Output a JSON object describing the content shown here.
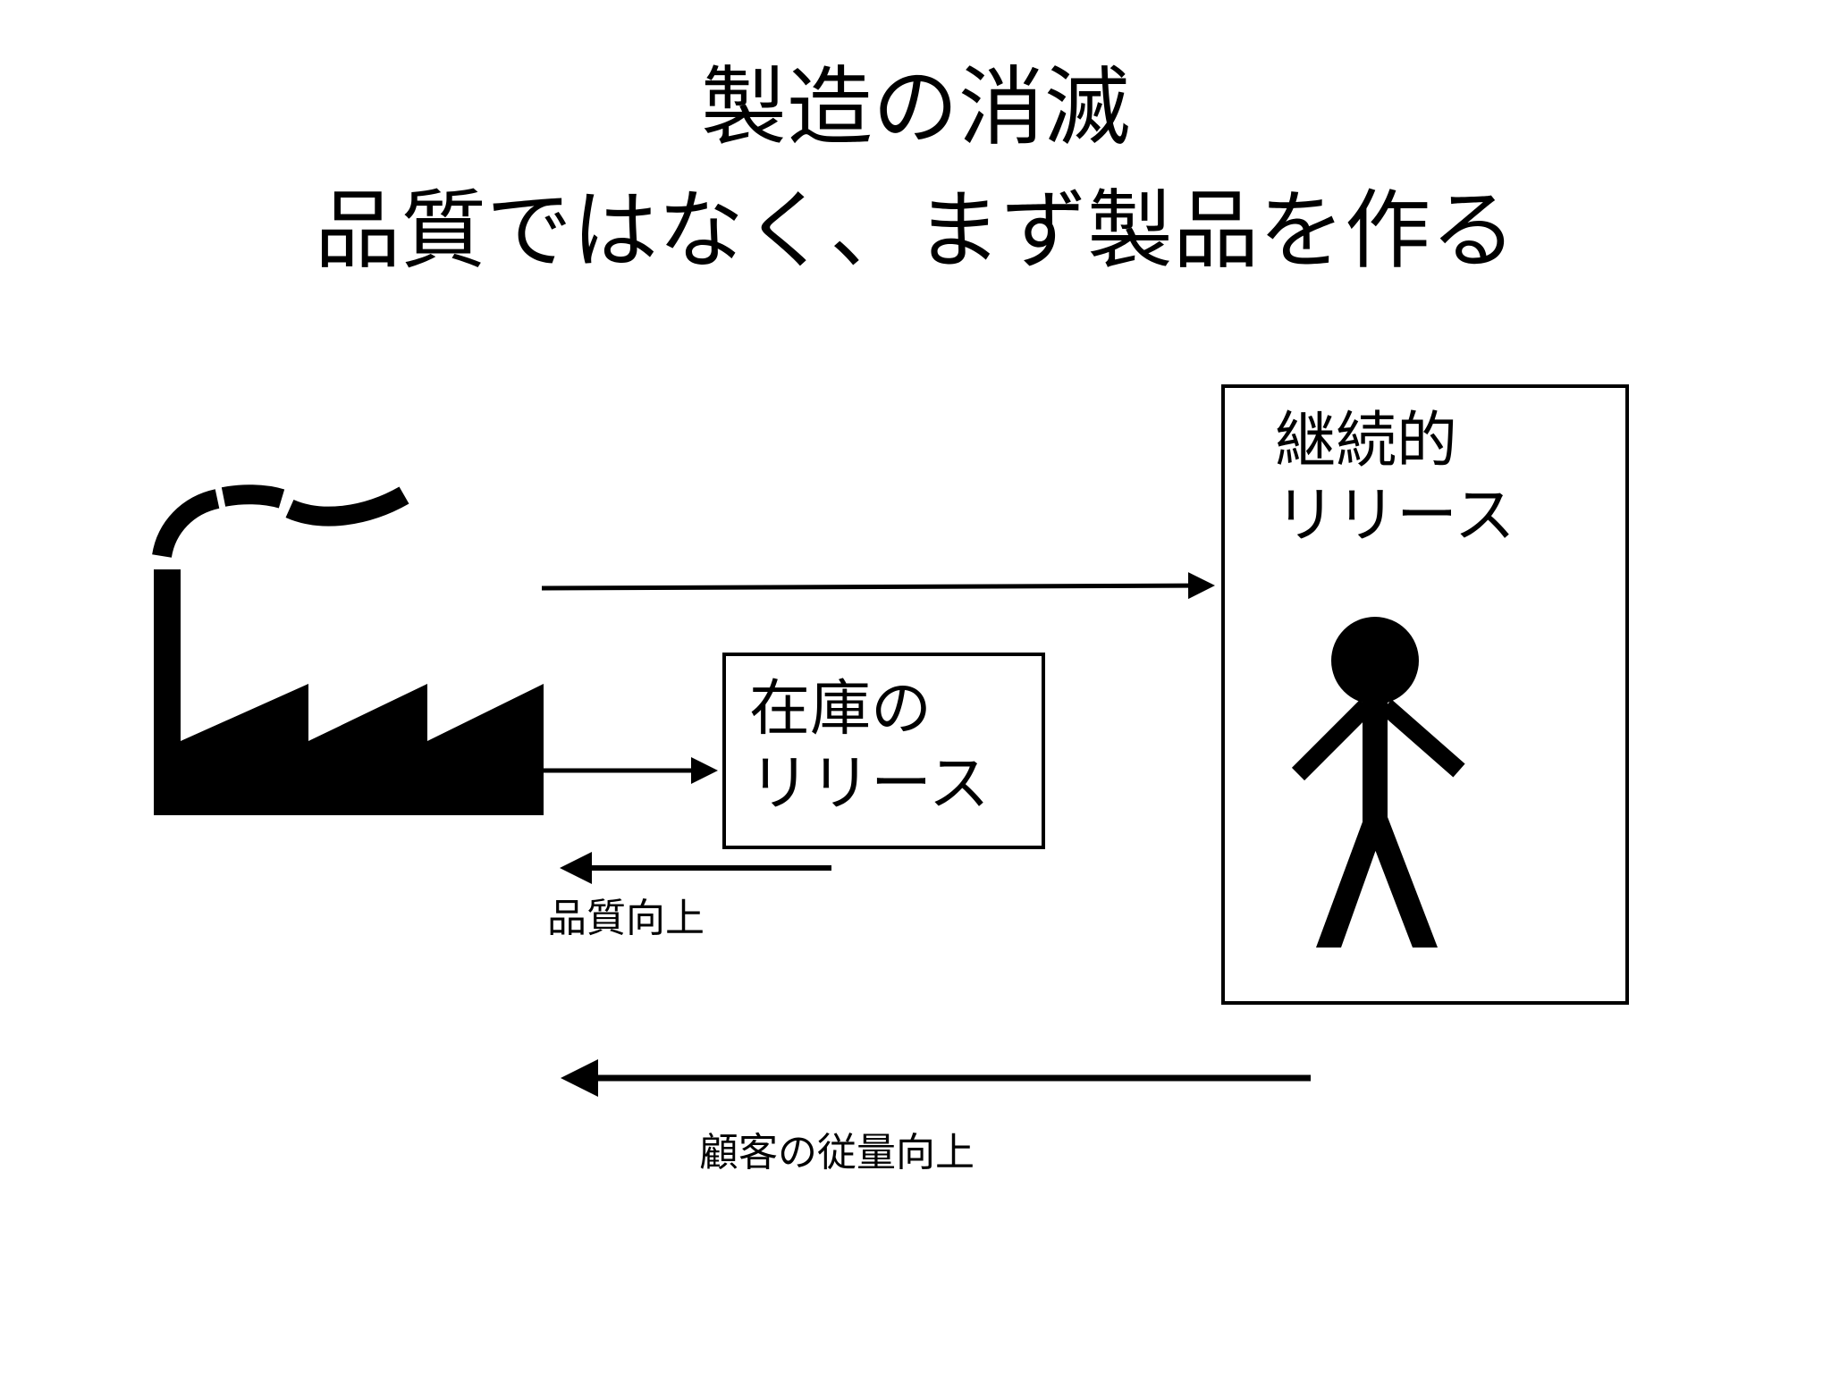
{
  "title": {
    "line1": "製造の消滅",
    "line2": "品質ではなく、まず製品を作る"
  },
  "inventory_release": {
    "label": "在庫の\nリリース"
  },
  "continuous_release": {
    "label": "継続的\nリリース"
  },
  "captions": {
    "quality_improvement": "品質向上",
    "customer_loyalty": "顧客の従量向上"
  },
  "icons": {
    "factory": "factory-icon",
    "person": "person-icon"
  },
  "colors": {
    "foreground": "#000000",
    "background": "#ffffff"
  }
}
